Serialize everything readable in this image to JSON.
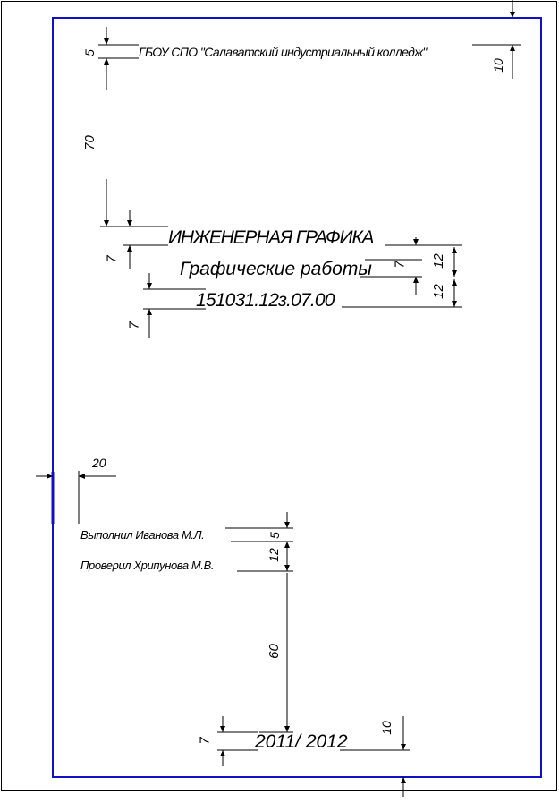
{
  "header": {
    "college": "ГБОУ СПО \"Салаватский индустриальный колледж\""
  },
  "title": {
    "subject": "ИНЖЕНЕРНАЯ ГРАФИКА",
    "work": "Графические работы",
    "code": "151031.12з.07.00"
  },
  "signatures": {
    "performed": "Выполнил Иванова М.Л.",
    "checked": "Проверил Хрипунова М.В."
  },
  "year": "2011/ 2012",
  "dimensions": {
    "d_header_height": "5",
    "d_top_margin": "10",
    "d_header_to_title": "70",
    "d_subject_height": "7",
    "d_work_height": "7",
    "d_title_spacing_1": "12",
    "d_title_spacing_2": "12",
    "d_code_height": "7",
    "d_left_margin": "20",
    "d_sign_height": "5",
    "d_sign_spacing": "12",
    "d_sign_to_year": "60",
    "d_year_height": "7",
    "d_bottom_margin": "10"
  },
  "colors": {
    "frame": "#1010c8",
    "lines": "#000000"
  }
}
